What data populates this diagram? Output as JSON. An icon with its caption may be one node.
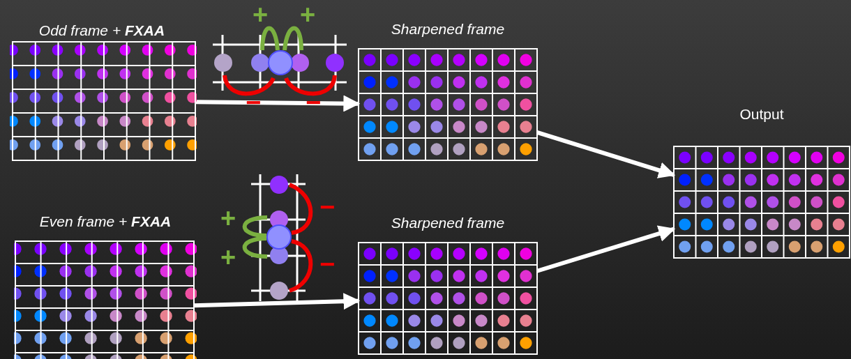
{
  "diagram": {
    "nodes": [
      {
        "text": [
          "Odd frame + **FXAA**"
        ]
      },
      {
        "text": [
          "Sharpened frame"
        ]
      },
      {
        "text": [
          "Output"
        ]
      },
      {
        "text": [
          "Even frame + **FXAA**"
        ]
      },
      {
        "text": [
          "Sharpened frame"
        ]
      }
    ],
    "edges": [
      {
        "from": 0,
        "to": 1,
        "arrow": "to"
      },
      {
        "from": 1,
        "to": 2,
        "arrow": "to"
      },
      {
        "from": 3,
        "to": 4,
        "arrow": "to"
      },
      {
        "from": 4,
        "to": 2,
        "arrow": "to"
      }
    ],
    "labels": [
      "+",
      "+",
      "−",
      "−",
      "−",
      "+",
      "+",
      "−"
    ]
  }
}
